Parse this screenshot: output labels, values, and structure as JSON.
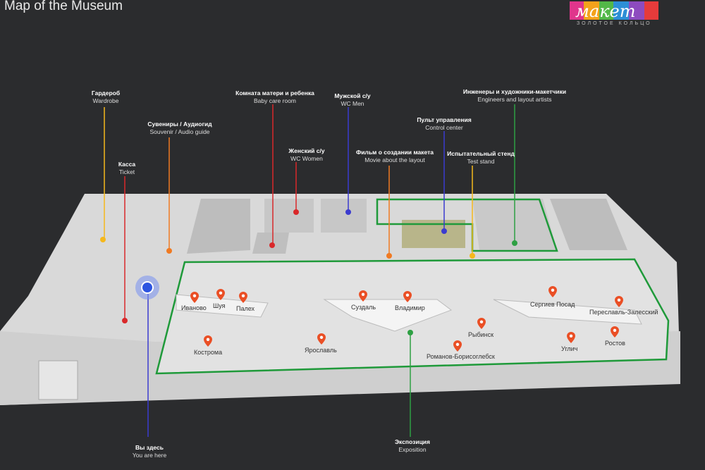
{
  "header": {
    "title": "Map of the Museum"
  },
  "logo": {
    "word": "макет",
    "tagline": "ЗОЛОТОЕ КОЛЬЦО"
  },
  "callouts": [
    {
      "id": "wardrobe",
      "ru": "Гардероб",
      "en": "Wardrobe",
      "color": "#f5b81c"
    },
    {
      "id": "souvenir",
      "ru": "Сувениры / Аудиогид",
      "en": "Souvenir / Audio guide",
      "color": "#f07a22"
    },
    {
      "id": "ticket",
      "ru": "Касса",
      "en": "Ticket",
      "color": "#d9282a"
    },
    {
      "id": "baby",
      "ru": "Комната матери и ребенка",
      "en": "Baby care room",
      "color": "#d9282a"
    },
    {
      "id": "wc_women",
      "ru": "Женский с/у",
      "en": "WC Women",
      "color": "#d9282a"
    },
    {
      "id": "wc_men",
      "ru": "Мужской с/у",
      "en": "WC Men",
      "color": "#3b3bcf"
    },
    {
      "id": "movie",
      "ru": "Фильм о создании макета",
      "en": "Movie about the layout",
      "color": "#f07a22"
    },
    {
      "id": "control",
      "ru": "Пульт управления",
      "en": "Control center",
      "color": "#3b3bcf"
    },
    {
      "id": "test",
      "ru": "Испытательный стенд",
      "en": "Test stand",
      "color": "#f5b81c"
    },
    {
      "id": "engineers",
      "ru": "Инженеры и художники-макетчики",
      "en": "Engineers and layout artists",
      "color": "#2ea043"
    },
    {
      "id": "exposition",
      "ru": "Экспозиция",
      "en": "Exposition",
      "color": "#2ea043"
    },
    {
      "id": "here",
      "ru": "Вы здесь",
      "en": "You are here",
      "color": "#3b3bcf"
    }
  ],
  "cities": [
    "Иваново",
    "Шуя",
    "Палех",
    "Суздаль",
    "Владимир",
    "Сергиев Посад",
    "Переславль-Залесский",
    "Кострома",
    "Ярославль",
    "Рыбинск",
    "Романов-Борисоглебск",
    "Углич",
    "Ростов"
  ],
  "colors": {
    "exposition_outline": "#1f9a3a",
    "pin": "#ea4f25",
    "you_are_here": "#3a5be0"
  }
}
